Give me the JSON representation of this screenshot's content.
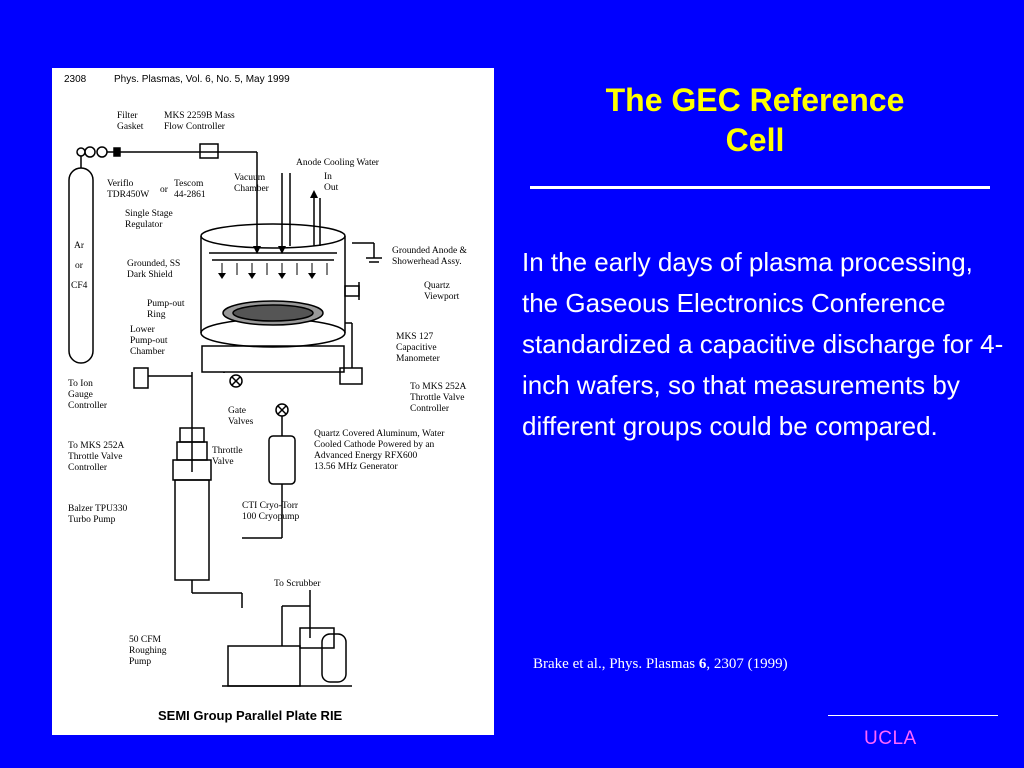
{
  "slide": {
    "title_line1": "The GEC Reference",
    "title_line2": "Cell",
    "body": "In the early days of plasma processing, the Gaseous Electronics Conference standardized a capacitive discharge for 4-inch wafers, so that measurements by  different groups could be compared.",
    "citation_pre": "Brake et al., Phys. Plasmas ",
    "citation_vol": "6",
    "citation_post": ", 2307 (1999)",
    "footer_logo": "UCLA"
  },
  "colors": {
    "background": "#0000ff",
    "title": "#ffff00",
    "body_text": "#ffffff",
    "logo": "#ff66ff"
  },
  "figure": {
    "page_number": "2308",
    "journal": "Phys. Plasmas, Vol. 6, No. 5, May 1999",
    "caption": "SEMI Group Parallel Plate RIE",
    "labels": {
      "filter_gasket": [
        "Filter",
        "Gasket"
      ],
      "mks_flow": [
        "MKS 2259B Mass",
        "Flow Controller"
      ],
      "anode_cooling": [
        "Anode Cooling Water"
      ],
      "in_out": [
        "In",
        "Out"
      ],
      "vacuum_chamber": [
        "Vacuum",
        "Chamber"
      ],
      "veriflo": [
        "Veriflo",
        "TDR450W"
      ],
      "or_label": "or",
      "tescom": [
        "Tescom",
        "44-2861"
      ],
      "single_stage": [
        "Single Stage",
        "Regulator"
      ],
      "ar": "Ar",
      "or_vertical": "or",
      "cf4": "CF4",
      "grounded_anode": [
        "Grounded Anode &",
        "Showerhead Assy."
      ],
      "grounded_ss": [
        "Grounded, SS",
        "Dark Shield"
      ],
      "quartz_viewport": [
        "Quartz",
        "Viewport"
      ],
      "pump_out_ring": [
        "Pump-out",
        "Ring"
      ],
      "lower_pump_out": [
        "Lower",
        "Pump-out",
        "Chamber"
      ],
      "mks_127": [
        "MKS 127",
        "Capacitive",
        "Manometer"
      ],
      "to_ion_gauge": [
        "To Ion",
        "Gauge",
        "Controller"
      ],
      "to_mks_252a_right": [
        "To MKS 252A",
        "Throttle Valve",
        "Controller"
      ],
      "gate_valves": [
        "Gate",
        "Valves"
      ],
      "quartz_cathode": [
        "Quartz Covered Aluminum, Water",
        "Cooled Cathode Powered by an",
        "Advanced Energy RFX600",
        "13.56 MHz Generator"
      ],
      "to_mks_252a_left": [
        "To MKS 252A",
        "Throttle Valve",
        "Controller"
      ],
      "throttle_valve": [
        "Throttle",
        "Valve"
      ],
      "balzer": [
        "Balzer TPU330",
        "Turbo Pump"
      ],
      "cti_cryo": [
        "CTI Cryo-Torr",
        "100 Cryopump"
      ],
      "to_scrubber": "To Scrubber",
      "roughing_pump": [
        "50 CFM",
        "Roughing",
        "Pump"
      ]
    }
  }
}
